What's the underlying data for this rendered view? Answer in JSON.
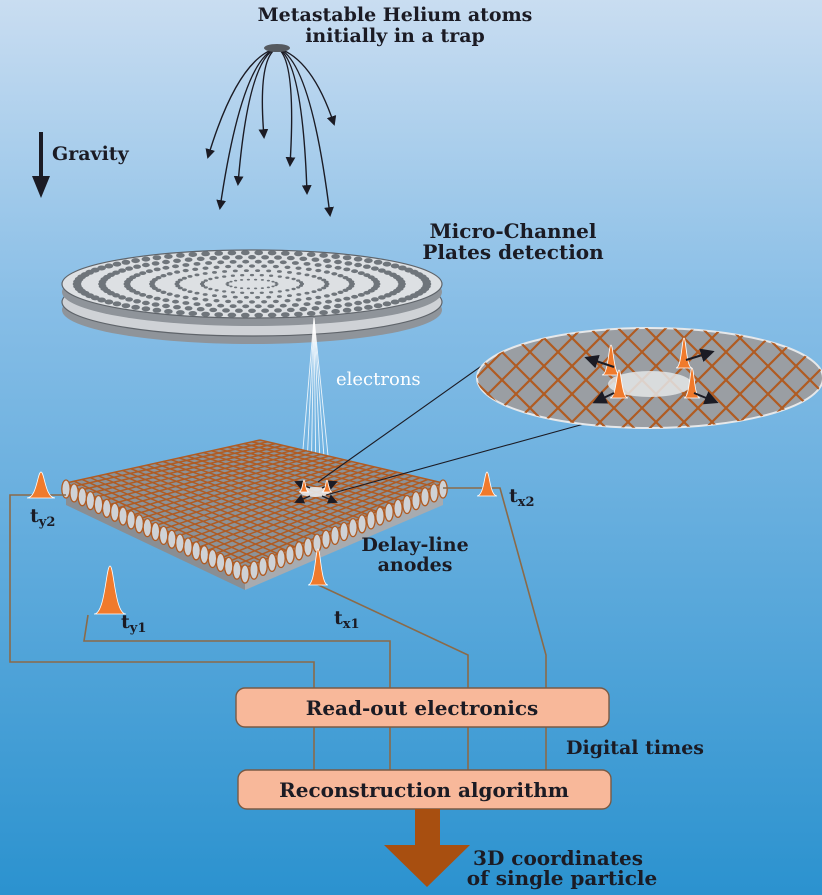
{
  "source": {
    "title_line1": "Metastable Helium atoms",
    "title_line2": "initially in a trap"
  },
  "gravity": {
    "label": "Gravity",
    "icon": "down-arrow-icon"
  },
  "mcp": {
    "label_line1": "Micro-Channel",
    "label_line2": "Plates detection"
  },
  "electrons": {
    "label": "electrons"
  },
  "anode": {
    "label_line1": "Delay-line",
    "label_line2": "anodes"
  },
  "signals": {
    "ty2": {
      "base": "t",
      "sub": "y2"
    },
    "ty1": {
      "base": "t",
      "sub": "y1"
    },
    "tx1": {
      "base": "t",
      "sub": "x1"
    },
    "tx2": {
      "base": "t",
      "sub": "x2"
    }
  },
  "readout": {
    "label": "Read-out electronics"
  },
  "digital_times": {
    "label": "Digital times"
  },
  "reconstruction": {
    "label": "Reconstruction algorithm"
  },
  "output": {
    "label_line1": "3D coordinates",
    "label_line2": "of single particle"
  },
  "colors": {
    "background_top": "#c8dcf0",
    "background_bottom": "#2e93cf",
    "copper_wire": "#b05b22",
    "pulse": "#f07a2c",
    "box_fill": "#f8b89a",
    "output_arrow": "#a84f10",
    "text": "#1b1b24"
  }
}
